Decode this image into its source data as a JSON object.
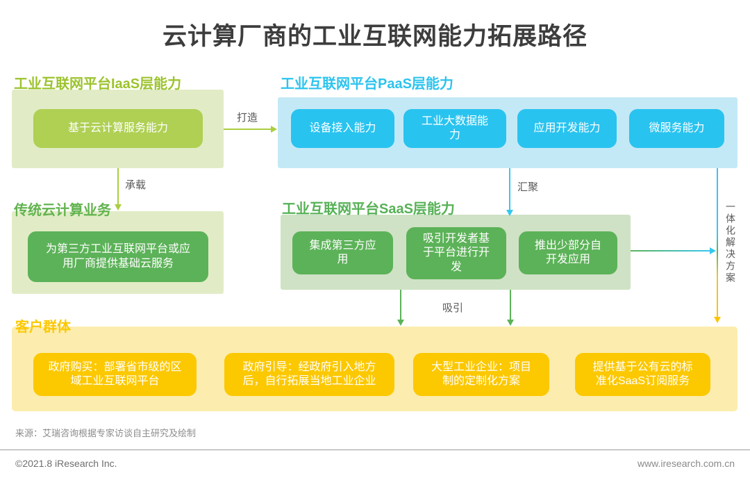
{
  "title": "云计算厂商的工业互联网能力拓展路径",
  "iaas": {
    "title": "工业互联网平台IaaS层能力",
    "box": "基于云计算服务能力"
  },
  "paas": {
    "title": "工业互联网平台PaaS层能力",
    "boxes": [
      "设备接入能力",
      "工业大数据能力",
      "应用开发能力",
      "微服务能力"
    ]
  },
  "legacy": {
    "title": "传统云计算业务",
    "box": "为第三方工业互联网平台或应用厂商提供基础云服务"
  },
  "saas": {
    "title": "工业互联网平台SaaS层能力",
    "boxes": [
      "集成第三方应用",
      "吸引开发者基于平台进行开发",
      "推出少部分自开发应用"
    ]
  },
  "customers": {
    "title": "客户群体",
    "boxes": [
      "政府购买：部署省市级的区域工业互联网平台",
      "政府引导：经政府引入地方后，自行拓展当地工业企业",
      "大型工业企业：项目制的定制化方案",
      "提供基于公有云的标准化SaaS订阅服务"
    ]
  },
  "labels": {
    "build": "打造",
    "carry": "承载",
    "converge": "汇聚",
    "attract": "吸引",
    "solution": "一体化解决方案"
  },
  "colors": {
    "lime": "#afd053",
    "cyan": "#29c3ef",
    "green": "#5cb258",
    "yellow": "#fcc800",
    "title_gray": "#3d3d3d"
  },
  "footer": {
    "source": "来源：艾瑞咨询根据专家访谈自主研究及绘制",
    "copyright": "©2021.8 iResearch Inc.",
    "website": "www.iresearch.com.cn"
  }
}
